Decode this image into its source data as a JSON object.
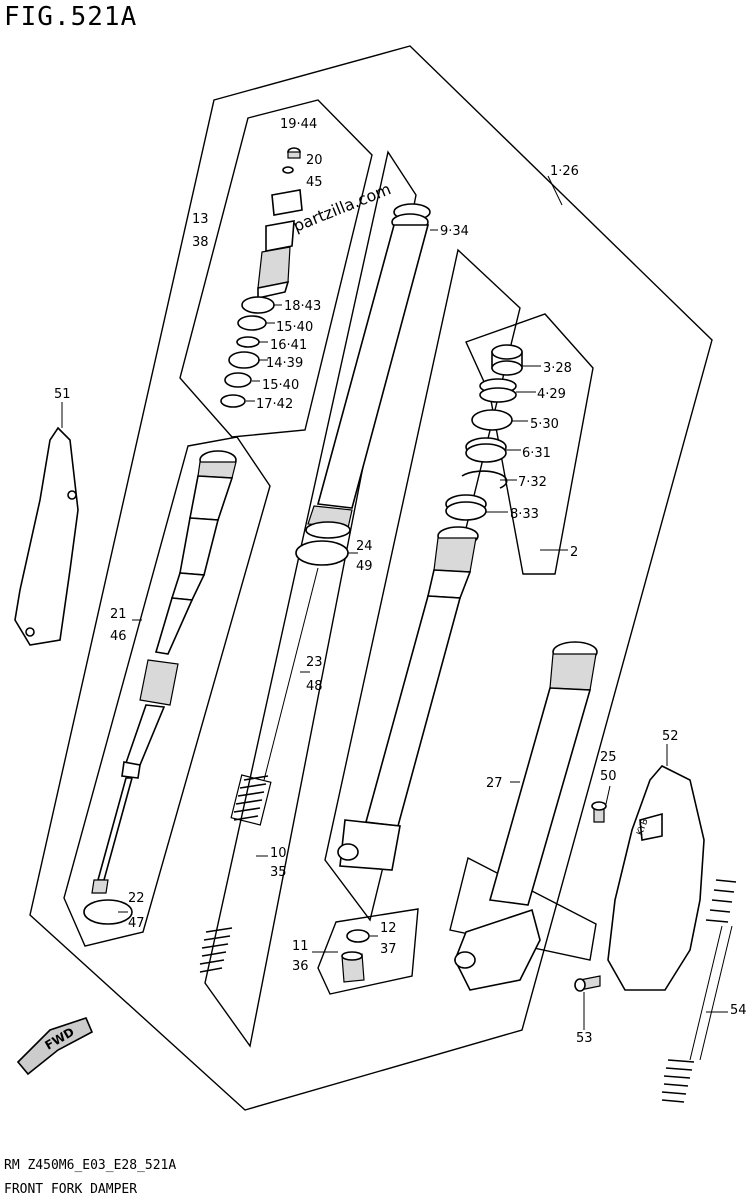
{
  "figure": {
    "title": "FIG.521A",
    "code": "RM Z450M6_E03_E28_521A",
    "name": "FRONT FORK DAMPER",
    "watermark": "partzilla.com",
    "fwd_badge": "FWD",
    "decal_text": "KYB"
  },
  "callouts": [
    {
      "id": "c-1-26",
      "text": "1·26"
    },
    {
      "id": "c-19-44",
      "text": "19·44"
    },
    {
      "id": "c-20",
      "text": "20"
    },
    {
      "id": "c-45",
      "text": "45"
    },
    {
      "id": "c-13",
      "text": "13"
    },
    {
      "id": "c-38",
      "text": "38"
    },
    {
      "id": "c-9-34",
      "text": "9·34"
    },
    {
      "id": "c-18-43",
      "text": "18·43"
    },
    {
      "id": "c-15-40a",
      "text": "15·40"
    },
    {
      "id": "c-16-41",
      "text": "16·41"
    },
    {
      "id": "c-14-39",
      "text": "14·39"
    },
    {
      "id": "c-15-40b",
      "text": "15·40"
    },
    {
      "id": "c-17-42",
      "text": "17·42"
    },
    {
      "id": "c-3-28",
      "text": "3·28"
    },
    {
      "id": "c-4-29",
      "text": "4·29"
    },
    {
      "id": "c-5-30",
      "text": "5·30"
    },
    {
      "id": "c-6-31",
      "text": "6·31"
    },
    {
      "id": "c-7-32",
      "text": "7·32"
    },
    {
      "id": "c-8-33",
      "text": "8·33"
    },
    {
      "id": "c-2",
      "text": "2"
    },
    {
      "id": "c-51",
      "text": "51"
    },
    {
      "id": "c-24",
      "text": "24"
    },
    {
      "id": "c-49",
      "text": "49"
    },
    {
      "id": "c-21",
      "text": "21"
    },
    {
      "id": "c-46",
      "text": "46"
    },
    {
      "id": "c-23",
      "text": "23"
    },
    {
      "id": "c-48",
      "text": "48"
    },
    {
      "id": "c-25",
      "text": "25"
    },
    {
      "id": "c-50",
      "text": "50"
    },
    {
      "id": "c-52",
      "text": "52"
    },
    {
      "id": "c-27",
      "text": "27"
    },
    {
      "id": "c-10",
      "text": "10"
    },
    {
      "id": "c-35",
      "text": "35"
    },
    {
      "id": "c-22",
      "text": "22"
    },
    {
      "id": "c-47",
      "text": "47"
    },
    {
      "id": "c-12",
      "text": "12"
    },
    {
      "id": "c-37",
      "text": "37"
    },
    {
      "id": "c-11",
      "text": "11"
    },
    {
      "id": "c-36",
      "text": "36"
    },
    {
      "id": "c-53",
      "text": "53"
    },
    {
      "id": "c-54",
      "text": "54"
    }
  ]
}
